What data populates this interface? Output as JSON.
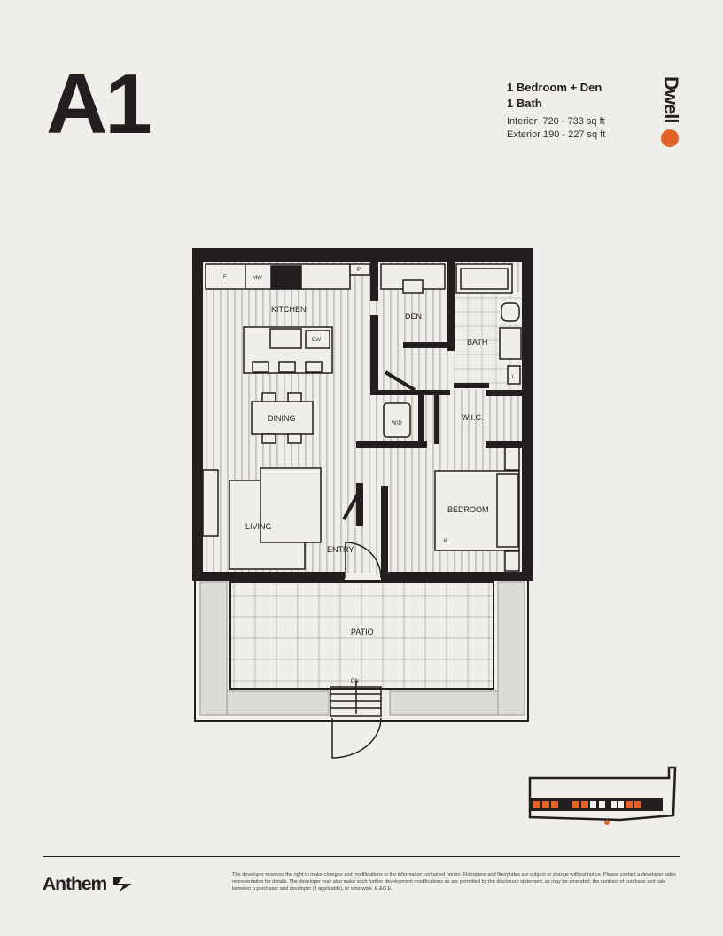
{
  "unit": {
    "name": "A1"
  },
  "specs": {
    "type": "1 Bedroom + Den",
    "baths": "1 Bath",
    "interior_label": "Interior",
    "interior_value": "720 - 733 sq ft",
    "exterior_label": "Exterior",
    "exterior_value": "190 - 227 sq ft"
  },
  "brand": {
    "name": "Dwell",
    "accent": "#e2622a"
  },
  "plan": {
    "labels": {
      "kitchen": "KITCHEN",
      "den": "DEN",
      "bath": "BATH",
      "dining": "DINING",
      "wic": "W.I.C.",
      "wd": "W/D",
      "living": "LIVING",
      "bedroom": "BEDROOM",
      "entry": "ENTRY",
      "patio": "PATIO",
      "dn": "DN",
      "fridge": "F",
      "microwave": "MW",
      "pantry": "P",
      "dishwasher": "DW",
      "linen": "L",
      "k": "K"
    }
  },
  "footer": {
    "logo": "Anthem",
    "disclaimer": "The developer reserves the right to make changes and modifications to the information contained herein. Floorplans and floorplates are subject to change without notice. Please contact a developer sales representative for details. The developer may also make such further development modifications as are permitted by the disclosure statement, as may be amended, the contract of purchase and sale between a purchaser and developer (if applicable), or otherwise. E.&O.E."
  }
}
